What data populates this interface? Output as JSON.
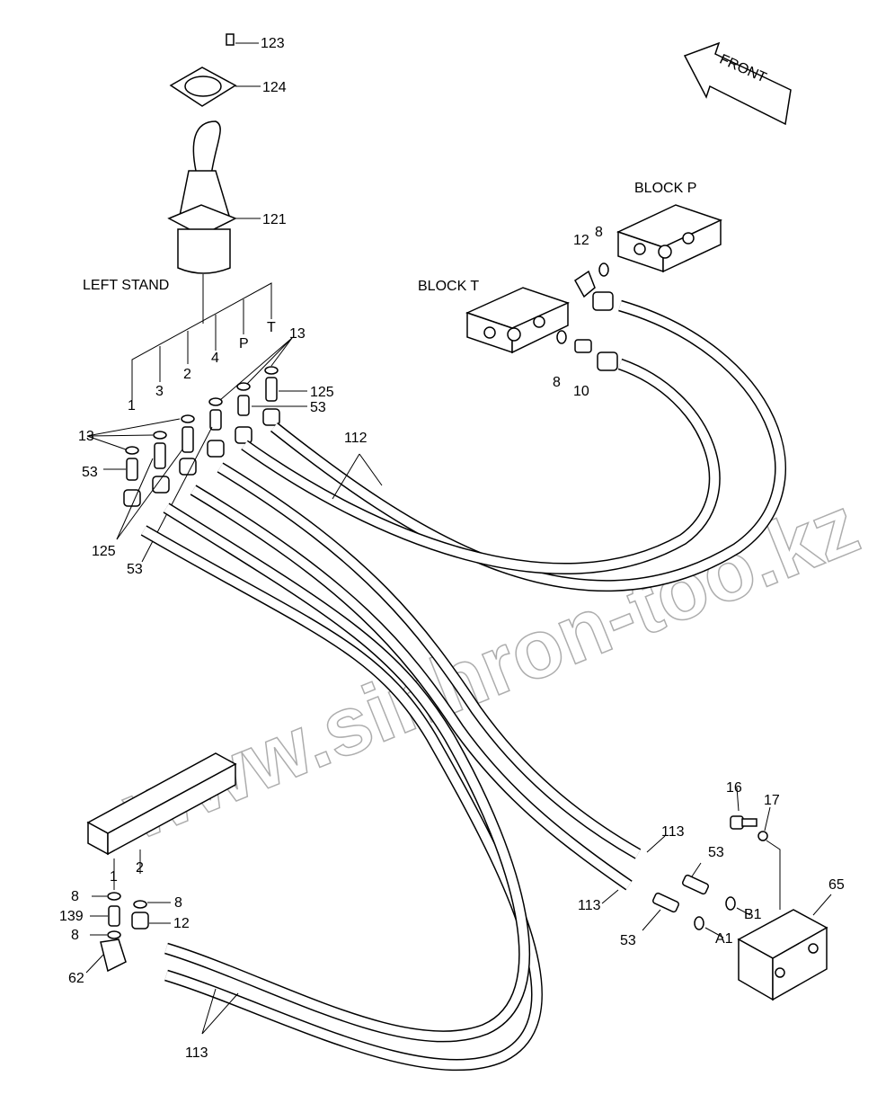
{
  "diagram": {
    "watermark": "www.sinhron-too.kz",
    "front_arrow": "FRONT",
    "section_labels": {
      "left_stand": "LEFT STAND",
      "block_p": "BLOCK P",
      "block_t": "BLOCK T"
    },
    "callouts": [
      "123",
      "124",
      "121",
      "12",
      "8",
      "8",
      "10",
      "1",
      "3",
      "2",
      "4",
      "P",
      "T",
      "13",
      "13",
      "125",
      "53",
      "53",
      "125",
      "53",
      "112",
      "113",
      "53",
      "113",
      "53",
      "B1",
      "A1",
      "16",
      "17",
      "65",
      "1",
      "2",
      "8",
      "8",
      "139",
      "12",
      "8",
      "62",
      "113"
    ]
  }
}
